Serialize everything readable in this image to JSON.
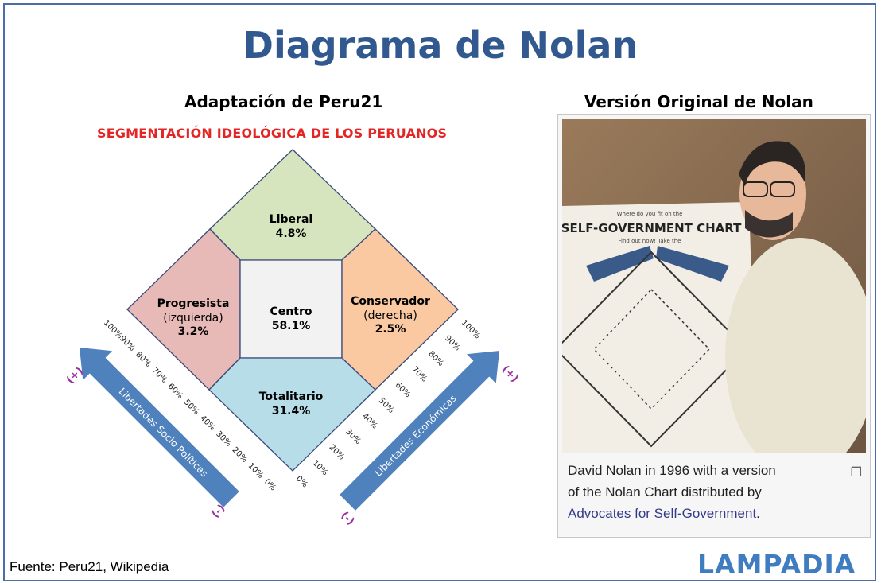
{
  "title": "Diagrama de Nolan",
  "left_heading": "Adaptación de Peru21",
  "right_heading": "Versión Original de Nolan",
  "segment_title": "SEGMENTACIÓN IDEOLÓGICA DE LOS PERUANOS",
  "regions": {
    "liberal": {
      "label": "Liberal",
      "value": "4.8%",
      "color": "#d6e5bd"
    },
    "progresista": {
      "label": "Progresista",
      "label2": "(izquierda)",
      "value": "3.2%",
      "color": "#e7b9b7"
    },
    "centro": {
      "label": "Centro",
      "value": "58.1%",
      "color": "#f2f2f2"
    },
    "conservador": {
      "label": "Conservador",
      "label2": "(derecha)",
      "value": "2.5%",
      "color": "#fbc9a1"
    },
    "totalitario": {
      "label": "Totalitario",
      "value": "31.4%",
      "color": "#b7dde8"
    }
  },
  "left_scale": [
    "100%",
    "90%",
    "80%",
    "70%",
    "60%",
    "50%",
    "40%",
    "30%",
    "20%",
    "10%",
    "0%"
  ],
  "right_scale": [
    "0%",
    "10%",
    "20%",
    "30%",
    "40%",
    "50%",
    "60%",
    "70%",
    "80%",
    "90%",
    "100%"
  ],
  "left_arrow_label": "Libertades Socio Políticas",
  "right_arrow_label": "Libertades Económicas",
  "plus": "(+)",
  "minus": "(-)",
  "arrow_color": "#4f81bd",
  "photo_chart_title": "SELF-GOVERNMENT CHART",
  "photo_chart_line1": "Where do you fit on the",
  "photo_chart_line2": "Find out now! Take the",
  "caption_line1": "David Nolan in 1996 with a version",
  "caption_line2": "of the Nolan Chart distributed by",
  "caption_link": "Advocates for Self-Government",
  "caption_end": ".",
  "source": "Fuente: Peru21, Wikipedia",
  "logo": "LAMPADIA"
}
